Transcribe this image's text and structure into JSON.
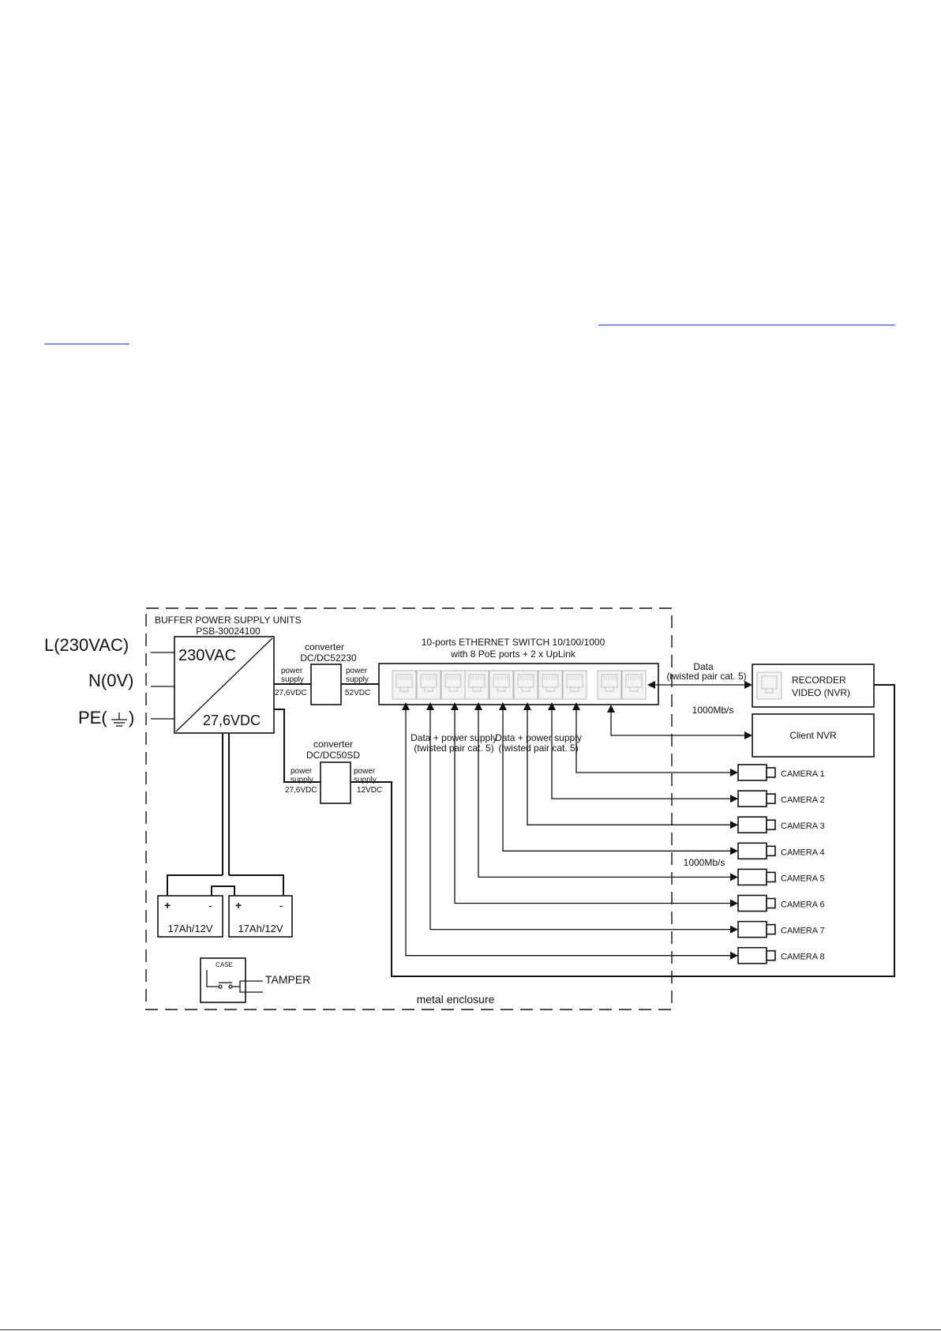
{
  "diagram": {
    "psu": {
      "title": "BUFFER POWER SUPPLY UNITS",
      "model": "PSB-30024100",
      "input_voltage": "230VAC",
      "output_voltage": "27,6VDC"
    },
    "mains": {
      "line": "L(230VAC)",
      "neutral": "N(0V)",
      "earth": "PE("
    },
    "converter_52v": {
      "label": "converter",
      "model": "DC/DC52230",
      "in_label": [
        "power",
        "supply"
      ],
      "in_voltage": "27,6VDC",
      "out_label": [
        "power",
        "supply"
      ],
      "out_voltage": "52VDC"
    },
    "converter_12v": {
      "label": "converter",
      "model": "DC/DC50SD",
      "in_label": [
        "power",
        "supply"
      ],
      "in_voltage": "27,6VDC",
      "out_label": [
        "power",
        "supply"
      ],
      "out_voltage": "12VDC"
    },
    "switch": {
      "title": "10-ports ETHERNET SWITCH 10/100/1000",
      "subtitle": "with 8 PoE ports + 2 x UpLink"
    },
    "poe_group_1": [
      "Data + power supply",
      "(twisted pair cat. 5)"
    ],
    "poe_group_2": [
      "Data + power supply",
      "(twisted pair cat. 5)"
    ],
    "uplink_link": {
      "label": [
        "Data",
        "(twisted pair cat. 5)"
      ],
      "speed": "1000Mb/s"
    },
    "recorder": {
      "line1": "RECORDER",
      "line2": "VIDEO (NVR)"
    },
    "client": {
      "label": "Client NVR"
    },
    "camera_speed": "1000Mb/s",
    "cameras": [
      "CAMERA 1",
      "CAMERA 2",
      "CAMERA 3",
      "CAMERA 4",
      "CAMERA 5",
      "CAMERA 6",
      "CAMERA 7",
      "CAMERA 8"
    ],
    "batteries": [
      {
        "plus": "+",
        "minus": "-",
        "capacity": "17Ah/12V"
      },
      {
        "plus": "+",
        "minus": "-",
        "capacity": "17Ah/12V"
      }
    ],
    "tamper": {
      "case_label": "CASE",
      "label": "TAMPER"
    },
    "enclosure_label": "metal enclosure"
  }
}
